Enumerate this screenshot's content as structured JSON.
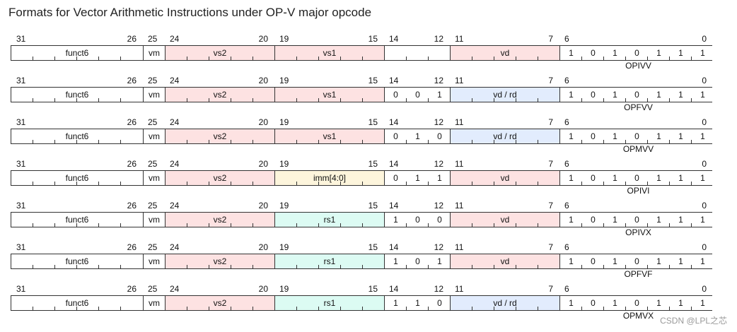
{
  "title": "Formats for Vector Arithmetic Instructions under OP-V major opcode",
  "colors": {
    "pink": "#fde2e2",
    "blue": "#e2ecfd",
    "yellow": "#fdf5dc",
    "cyan": "#dcfbf3",
    "white": "#ffffff",
    "border": "#333333"
  },
  "bit_labels": {
    "b31": "31",
    "b26": "26",
    "b25": "25",
    "b24": "24",
    "b20": "20",
    "b19": "19",
    "b15": "15",
    "b14": "14",
    "b12": "12",
    "b11": "11",
    "b7": "7",
    "b6": "6",
    "b0": "0"
  },
  "formats": [
    {
      "name": "OPIVV",
      "fields": [
        {
          "label": "funct6",
          "color": "white"
        },
        {
          "label": "vm",
          "color": "white"
        },
        {
          "label": "vs2",
          "color": "pink"
        },
        {
          "label": "vs1",
          "color": "pink"
        },
        {
          "label": "",
          "color": "white",
          "bits": []
        },
        {
          "label": "vd",
          "color": "pink"
        },
        {
          "label": "",
          "color": "white",
          "bits": [
            "1",
            "0",
            "1",
            "0",
            "1",
            "1",
            "1"
          ]
        }
      ]
    },
    {
      "name": "OPFVV",
      "fields": [
        {
          "label": "funct6",
          "color": "white"
        },
        {
          "label": "vm",
          "color": "white"
        },
        {
          "label": "vs2",
          "color": "pink"
        },
        {
          "label": "vs1",
          "color": "pink"
        },
        {
          "label": "",
          "color": "white",
          "bits": [
            "0",
            "0",
            "1"
          ]
        },
        {
          "label": "vd / rd",
          "color": "blue"
        },
        {
          "label": "",
          "color": "white",
          "bits": [
            "1",
            "0",
            "1",
            "0",
            "1",
            "1",
            "1"
          ]
        }
      ]
    },
    {
      "name": "OPMVV",
      "fields": [
        {
          "label": "funct6",
          "color": "white"
        },
        {
          "label": "vm",
          "color": "white"
        },
        {
          "label": "vs2",
          "color": "pink"
        },
        {
          "label": "vs1",
          "color": "pink"
        },
        {
          "label": "",
          "color": "white",
          "bits": [
            "0",
            "1",
            "0"
          ]
        },
        {
          "label": "vd / rd",
          "color": "blue"
        },
        {
          "label": "",
          "color": "white",
          "bits": [
            "1",
            "0",
            "1",
            "0",
            "1",
            "1",
            "1"
          ]
        }
      ]
    },
    {
      "name": "OPIVI",
      "fields": [
        {
          "label": "funct6",
          "color": "white"
        },
        {
          "label": "vm",
          "color": "white"
        },
        {
          "label": "vs2",
          "color": "pink"
        },
        {
          "label": "imm[4:0]",
          "color": "yellow"
        },
        {
          "label": "",
          "color": "white",
          "bits": [
            "0",
            "1",
            "1"
          ]
        },
        {
          "label": "vd",
          "color": "pink"
        },
        {
          "label": "",
          "color": "white",
          "bits": [
            "1",
            "0",
            "1",
            "0",
            "1",
            "1",
            "1"
          ]
        }
      ]
    },
    {
      "name": "OPIVX",
      "fields": [
        {
          "label": "funct6",
          "color": "white"
        },
        {
          "label": "vm",
          "color": "white"
        },
        {
          "label": "vs2",
          "color": "pink"
        },
        {
          "label": "rs1",
          "color": "cyan"
        },
        {
          "label": "",
          "color": "white",
          "bits": [
            "1",
            "0",
            "0"
          ]
        },
        {
          "label": "vd",
          "color": "pink"
        },
        {
          "label": "",
          "color": "white",
          "bits": [
            "1",
            "0",
            "1",
            "0",
            "1",
            "1",
            "1"
          ]
        }
      ]
    },
    {
      "name": "OPFVF",
      "fields": [
        {
          "label": "funct6",
          "color": "white"
        },
        {
          "label": "vm",
          "color": "white"
        },
        {
          "label": "vs2",
          "color": "pink"
        },
        {
          "label": "rs1",
          "color": "cyan"
        },
        {
          "label": "",
          "color": "white",
          "bits": [
            "1",
            "0",
            "1"
          ]
        },
        {
          "label": "vd",
          "color": "pink"
        },
        {
          "label": "",
          "color": "white",
          "bits": [
            "1",
            "0",
            "1",
            "0",
            "1",
            "1",
            "1"
          ]
        }
      ]
    },
    {
      "name": "OPMVX",
      "fields": [
        {
          "label": "funct6",
          "color": "white"
        },
        {
          "label": "vm",
          "color": "white"
        },
        {
          "label": "vs2",
          "color": "pink"
        },
        {
          "label": "rs1",
          "color": "cyan"
        },
        {
          "label": "",
          "color": "white",
          "bits": [
            "1",
            "1",
            "0"
          ]
        },
        {
          "label": "vd / rd",
          "color": "blue"
        },
        {
          "label": "",
          "color": "white",
          "bits": [
            "1",
            "0",
            "1",
            "0",
            "1",
            "1",
            "1"
          ]
        }
      ]
    }
  ],
  "watermark": "CSDN @LPL之芯"
}
